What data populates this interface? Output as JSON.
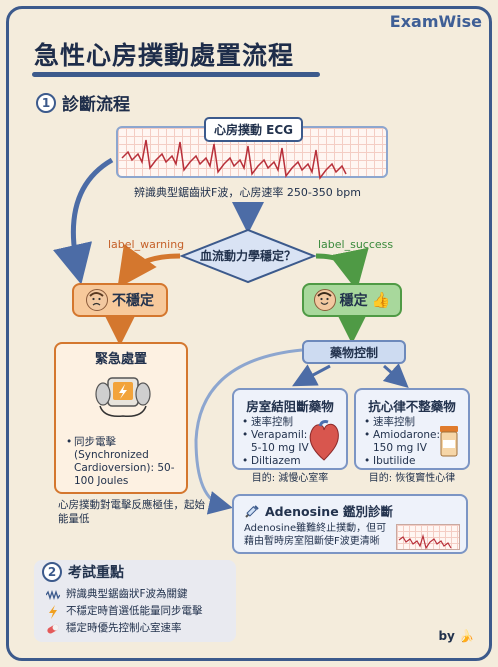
{
  "brand": "ExamWise",
  "title": "急性心房撲動處置流程",
  "section1": {
    "num": "1",
    "label": "診斷流程"
  },
  "ecg": {
    "label": "心房撲動 ECG",
    "caption": "辨識典型鋸齒狀F波，心房速率 250-350 bpm"
  },
  "decision": {
    "question": "血流動力學穩定？",
    "label_warning": "label_warning",
    "label_success": "label_success"
  },
  "unstable": {
    "label": "不穩定"
  },
  "stable": {
    "label": "穩定"
  },
  "urgent": {
    "title": "緊急處置",
    "items": [
      "同步電擊 (Synchronized Cardioversion): 50-100 Joules"
    ],
    "note": "心房撲動對電擊反應極佳，起始能量低"
  },
  "med_control": {
    "label": "藥物控制"
  },
  "av_node": {
    "title": "房室結阻斷藥物",
    "items": [
      "速率控制",
      "Verapamil: 5-10 mg IV",
      "Diltiazem"
    ],
    "goal": "目的: 減慢心室率"
  },
  "antiarrhythmic": {
    "title": "抗心律不整藥物",
    "items": [
      "速率控制",
      "Amiodarone: 150 mg IV",
      "Ibutilide"
    ],
    "goal": "目的: 恢復竇性心律"
  },
  "adenosine": {
    "title": "Adenosine 鑑別診斷",
    "text": "Adenosine雖難終止撲動，但可藉由暫時房室阻斷使F波更清晰"
  },
  "section2": {
    "num": "2",
    "label": "考試重點"
  },
  "key_points": [
    {
      "icon": "wave-icon",
      "text": "辨識典型鋸齒狀F波為關鍵"
    },
    {
      "icon": "lightning-icon",
      "text": "不穩定時首選低能量同步電擊"
    },
    {
      "icon": "pill-icon",
      "text": "穩定時優先控制心室速率"
    }
  ],
  "signature": "by",
  "colors": {
    "accent": "#3c5a8c",
    "warning": "#d4772e",
    "success": "#4f9a45",
    "background": "#f4ecdc"
  }
}
